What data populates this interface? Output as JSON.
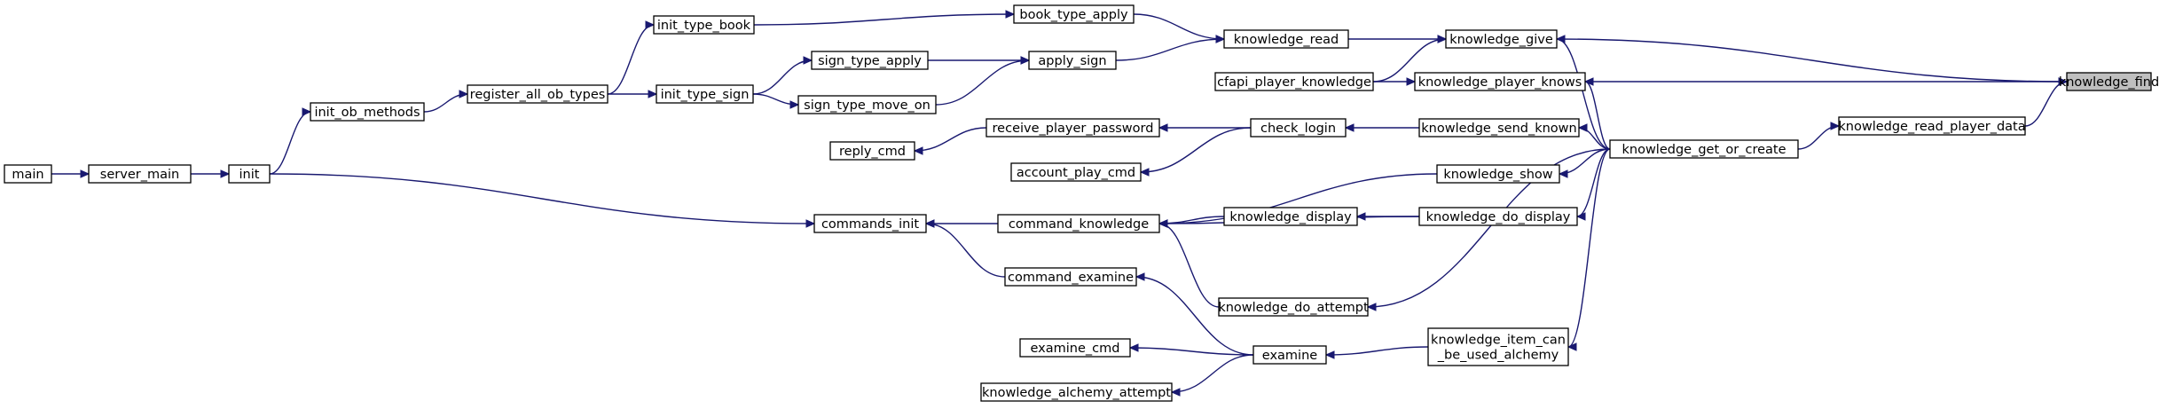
{
  "diagram": {
    "type": "call-graph",
    "colors": {
      "edge": "#191970",
      "node_border": "#000000",
      "highlight_fill": "#bfbfbf",
      "background": "#ffffff"
    },
    "nodes": [
      {
        "id": "knowledge_find",
        "lines": [
          "knowledge_find"
        ],
        "highlight": true
      },
      {
        "id": "knowledge_give",
        "lines": [
          "knowledge_give"
        ]
      },
      {
        "id": "knowledge_player_knows",
        "lines": [
          "knowledge_player_knows"
        ]
      },
      {
        "id": "knowledge_read_player_data",
        "lines": [
          "knowledge_read_player_data"
        ]
      },
      {
        "id": "knowledge_read",
        "lines": [
          "knowledge_read"
        ]
      },
      {
        "id": "cfapi_player_knowledge",
        "lines": [
          "cfapi_player_knowledge"
        ]
      },
      {
        "id": "knowledge_get_or_create",
        "lines": [
          "knowledge_get_or_create"
        ]
      },
      {
        "id": "book_type_apply",
        "lines": [
          "book_type_apply"
        ]
      },
      {
        "id": "apply_sign",
        "lines": [
          "apply_sign"
        ]
      },
      {
        "id": "init_type_book",
        "lines": [
          "init_type_book"
        ]
      },
      {
        "id": "sign_type_apply",
        "lines": [
          "sign_type_apply"
        ]
      },
      {
        "id": "sign_type_move_on",
        "lines": [
          "sign_type_move_on"
        ]
      },
      {
        "id": "init_type_sign",
        "lines": [
          "init_type_sign"
        ]
      },
      {
        "id": "register_all_ob_types",
        "lines": [
          "register_all_ob_types"
        ]
      },
      {
        "id": "init_ob_methods",
        "lines": [
          "init_ob_methods"
        ]
      },
      {
        "id": "init",
        "lines": [
          "init"
        ]
      },
      {
        "id": "server_main",
        "lines": [
          "server_main"
        ]
      },
      {
        "id": "main",
        "lines": [
          "main"
        ]
      },
      {
        "id": "knowledge_send_known",
        "lines": [
          "knowledge_send_known"
        ]
      },
      {
        "id": "check_login",
        "lines": [
          "check_login"
        ]
      },
      {
        "id": "receive_player_password",
        "lines": [
          "receive_player_password"
        ]
      },
      {
        "id": "reply_cmd",
        "lines": [
          "reply_cmd"
        ]
      },
      {
        "id": "account_play_cmd",
        "lines": [
          "account_play_cmd"
        ]
      },
      {
        "id": "knowledge_show",
        "lines": [
          "knowledge_show"
        ]
      },
      {
        "id": "knowledge_do_display",
        "lines": [
          "knowledge_do_display"
        ]
      },
      {
        "id": "knowledge_display",
        "lines": [
          "knowledge_display"
        ]
      },
      {
        "id": "command_knowledge",
        "lines": [
          "command_knowledge"
        ]
      },
      {
        "id": "commands_init",
        "lines": [
          "commands_init"
        ]
      },
      {
        "id": "knowledge_do_attempt",
        "lines": [
          "knowledge_do_attempt"
        ]
      },
      {
        "id": "knowledge_item_can_be_used_alchemy",
        "lines": [
          "knowledge_item_can",
          "_be_used_alchemy"
        ]
      },
      {
        "id": "examine",
        "lines": [
          "examine"
        ]
      },
      {
        "id": "command_examine",
        "lines": [
          "command_examine"
        ]
      },
      {
        "id": "examine_cmd",
        "lines": [
          "examine_cmd"
        ]
      },
      {
        "id": "knowledge_alchemy_attempt",
        "lines": [
          "knowledge_alchemy_attempt"
        ]
      }
    ],
    "edges": [
      {
        "from": "knowledge_give",
        "to": "knowledge_find"
      },
      {
        "from": "knowledge_player_knows",
        "to": "knowledge_find"
      },
      {
        "from": "knowledge_read_player_data",
        "to": "knowledge_find"
      },
      {
        "from": "knowledge_read",
        "to": "knowledge_give"
      },
      {
        "from": "cfapi_player_knowledge",
        "to": "knowledge_give"
      },
      {
        "from": "cfapi_player_knowledge",
        "to": "knowledge_player_knows"
      },
      {
        "from": "knowledge_get_or_create",
        "to": "knowledge_read_player_data"
      },
      {
        "from": "book_type_apply",
        "to": "knowledge_read"
      },
      {
        "from": "apply_sign",
        "to": "knowledge_read"
      },
      {
        "from": "init_type_book",
        "to": "book_type_apply"
      },
      {
        "from": "sign_type_apply",
        "to": "apply_sign"
      },
      {
        "from": "sign_type_move_on",
        "to": "apply_sign"
      },
      {
        "from": "init_type_sign",
        "to": "sign_type_apply"
      },
      {
        "from": "init_type_sign",
        "to": "sign_type_move_on"
      },
      {
        "from": "register_all_ob_types",
        "to": "init_type_book"
      },
      {
        "from": "register_all_ob_types",
        "to": "init_type_sign"
      },
      {
        "from": "init_ob_methods",
        "to": "register_all_ob_types"
      },
      {
        "from": "init",
        "to": "init_ob_methods"
      },
      {
        "from": "init",
        "to": "commands_init"
      },
      {
        "from": "server_main",
        "to": "init"
      },
      {
        "from": "main",
        "to": "server_main"
      },
      {
        "from": "knowledge_get_or_create",
        "to": "knowledge_give"
      },
      {
        "from": "knowledge_get_or_create",
        "to": "knowledge_player_knows"
      },
      {
        "from": "knowledge_get_or_create",
        "to": "knowledge_send_known"
      },
      {
        "from": "knowledge_get_or_create",
        "to": "knowledge_show"
      },
      {
        "from": "knowledge_get_or_create",
        "to": "knowledge_do_display"
      },
      {
        "from": "knowledge_get_or_create",
        "to": "knowledge_do_attempt"
      },
      {
        "from": "knowledge_get_or_create",
        "to": "knowledge_item_can_be_used_alchemy"
      },
      {
        "from": "knowledge_send_known",
        "to": "check_login"
      },
      {
        "from": "check_login",
        "to": "receive_player_password"
      },
      {
        "from": "check_login",
        "to": "account_play_cmd"
      },
      {
        "from": "receive_player_password",
        "to": "reply_cmd"
      },
      {
        "from": "knowledge_show",
        "to": "command_knowledge"
      },
      {
        "from": "knowledge_do_display",
        "to": "knowledge_display"
      },
      {
        "from": "knowledge_do_display",
        "to": "command_knowledge"
      },
      {
        "from": "knowledge_display",
        "to": "command_knowledge"
      },
      {
        "from": "command_knowledge",
        "to": "commands_init"
      },
      {
        "from": "knowledge_do_attempt",
        "to": "command_knowledge"
      },
      {
        "from": "knowledge_item_can_be_used_alchemy",
        "to": "examine"
      },
      {
        "from": "examine",
        "to": "command_examine"
      },
      {
        "from": "examine",
        "to": "examine_cmd"
      },
      {
        "from": "examine",
        "to": "knowledge_alchemy_attempt"
      },
      {
        "from": "command_examine",
        "to": "commands_init"
      }
    ]
  }
}
